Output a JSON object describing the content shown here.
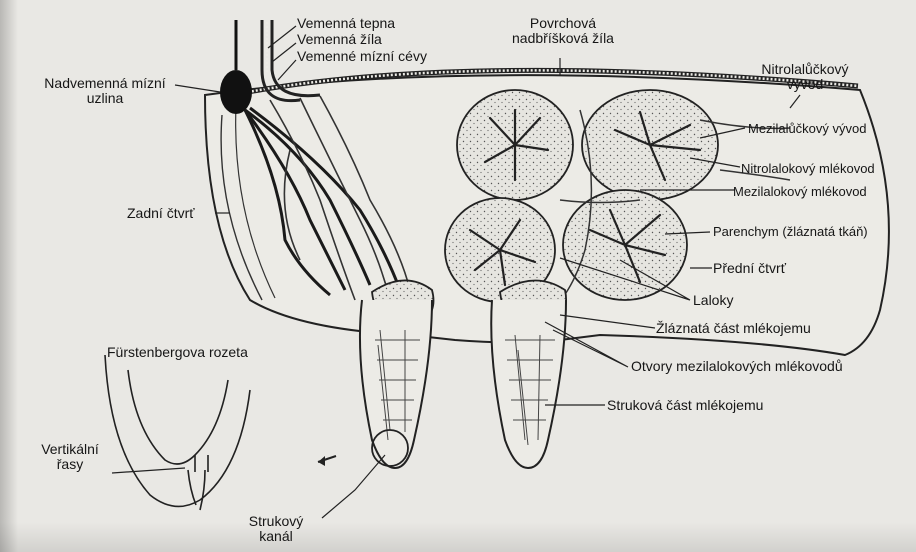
{
  "labels": {
    "vemenna_tepna": "Vemenná tepna",
    "vemenna_zila": "Vemenná žíla",
    "vemenne_mizni_cevy": "Vemenné mízní cévy",
    "nadvemenna_line1": "Nadvemenná mízní",
    "nadvemenna_line2": "uzlina",
    "povrchova_line1": "Povrchová",
    "povrchova_line2": "nadbříšková žíla",
    "nitrolaluckovy_line1": "Nitrolalůčkový",
    "nitrolaluckovy_line2": "vývod",
    "mezilaluckovy": "Mezilalůčkový vývod",
    "nitrolalokovy": "Nitrolalokový mlékovod",
    "mezilalokovy": "Mezilalokový mlékovod",
    "parenchym": "Parenchym (žláznatá tkáň)",
    "predni_ctvrt": "Přední čtvrť",
    "zadni_ctvrt": "Zadní čtvrť",
    "laloky": "Laloky",
    "zlaznata": "Žláznatá část mlékojemu",
    "otvory": "Otvory mezilalokových mlékovodů",
    "strukova": "Struková část mlékojemu",
    "furstenberg": "Fürstenbergova rozeta",
    "vertikalni_line1": "Vertikální",
    "vertikalni_line2": "řasy",
    "strukovy_line1": "Strukový",
    "strukovy_line2": "kanál"
  }
}
